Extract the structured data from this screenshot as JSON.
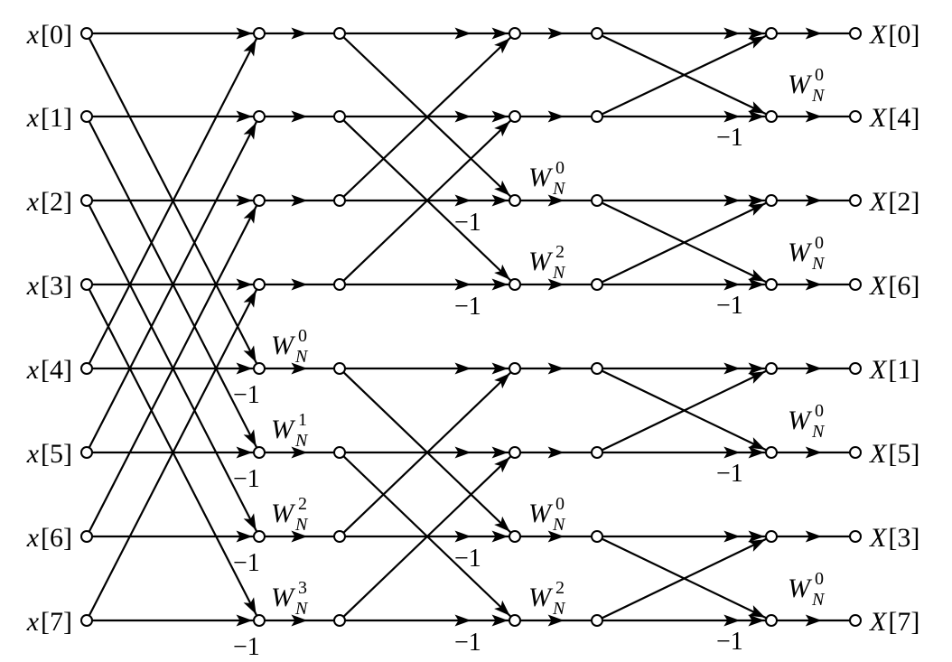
{
  "inputs": [
    "x[0]",
    "x[1]",
    "x[2]",
    "x[3]",
    "x[4]",
    "x[5]",
    "x[6]",
    "x[7]"
  ],
  "outputs": [
    "X[0]",
    "X[4]",
    "X[2]",
    "X[6]",
    "X[1]",
    "X[5]",
    "X[3]",
    "X[7]"
  ],
  "twiddle": {
    "base": "W",
    "subscript": "N",
    "stage1_exponents": [
      "0",
      "1",
      "2",
      "3"
    ],
    "stage2_exponents": [
      "0",
      "2",
      "0",
      "2"
    ],
    "stage3_exponents": [
      "0",
      "0",
      "0",
      "0"
    ]
  },
  "negation": "−1",
  "colors": {
    "line": "#000000",
    "node_fill": "#ffffff",
    "background": "#ffffff"
  }
}
